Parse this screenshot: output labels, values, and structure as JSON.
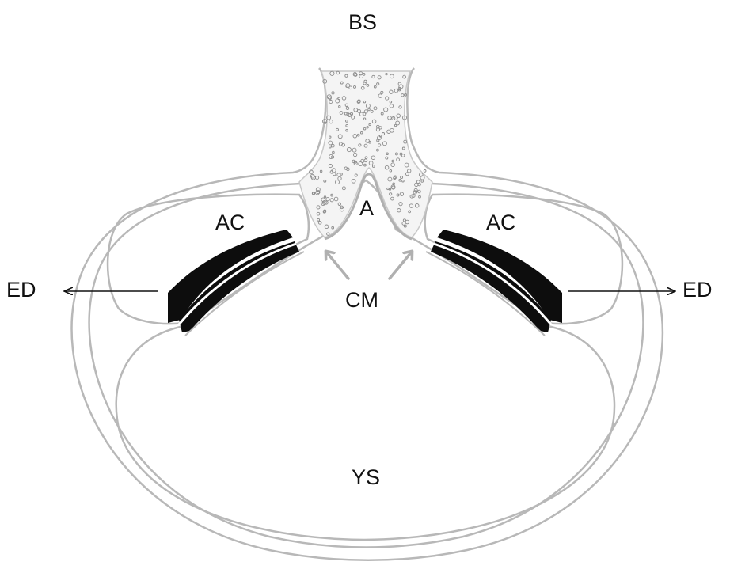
{
  "labels": {
    "bs": "BS",
    "a": "A",
    "ac_left": "AC",
    "ac_right": "AC",
    "cm": "CM",
    "ed_left": "ED",
    "ed_right": "ED",
    "ys": "YS"
  },
  "colors": {
    "outline": "#b8b8b8",
    "membrane": "#0d0d0d",
    "text": "#111111",
    "stipple": "#8c8c8c",
    "arrow_gray": "#b0b0b0",
    "arrow_black": "#111111"
  }
}
